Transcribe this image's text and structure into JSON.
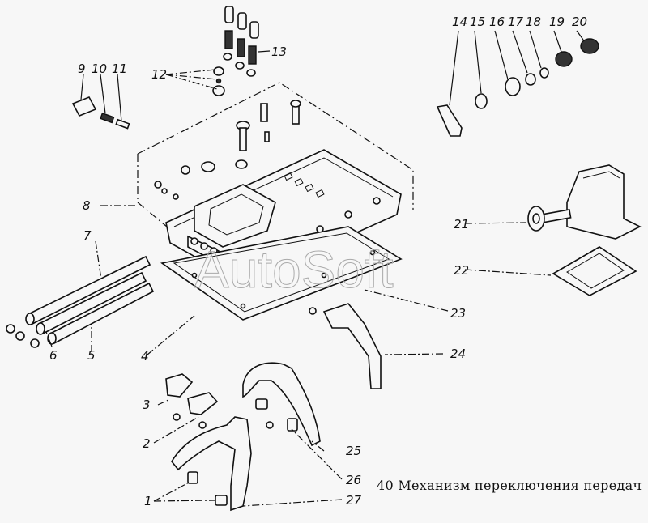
{
  "figure": {
    "number": "40",
    "caption": "Механизм переключения передач",
    "watermark": "AutoSoft"
  },
  "callouts": [
    {
      "id": "1",
      "label": "1"
    },
    {
      "id": "2",
      "label": "2"
    },
    {
      "id": "3",
      "label": "3"
    },
    {
      "id": "4",
      "label": "4"
    },
    {
      "id": "5",
      "label": "5"
    },
    {
      "id": "6",
      "label": "6"
    },
    {
      "id": "7",
      "label": "7"
    },
    {
      "id": "8",
      "label": "8"
    },
    {
      "id": "9",
      "label": "9"
    },
    {
      "id": "10",
      "label": "10"
    },
    {
      "id": "11",
      "label": "11"
    },
    {
      "id": "12",
      "label": "12"
    },
    {
      "id": "13",
      "label": "13"
    },
    {
      "id": "14",
      "label": "14"
    },
    {
      "id": "15",
      "label": "15"
    },
    {
      "id": "16",
      "label": "16"
    },
    {
      "id": "17",
      "label": "17"
    },
    {
      "id": "18",
      "label": "18"
    },
    {
      "id": "19",
      "label": "19"
    },
    {
      "id": "20",
      "label": "20"
    },
    {
      "id": "21",
      "label": "21"
    },
    {
      "id": "22",
      "label": "22"
    },
    {
      "id": "23",
      "label": "23"
    },
    {
      "id": "24",
      "label": "24"
    },
    {
      "id": "25",
      "label": "25"
    },
    {
      "id": "26",
      "label": "26"
    },
    {
      "id": "27",
      "label": "27"
    }
  ]
}
